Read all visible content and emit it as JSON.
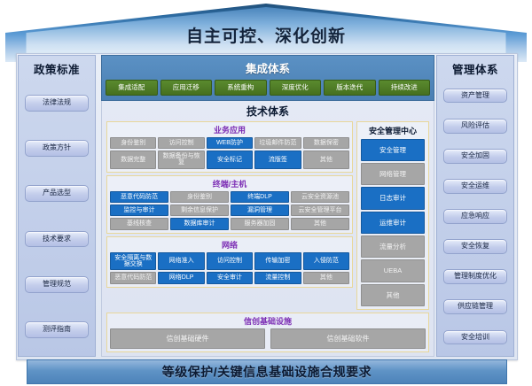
{
  "roof": {
    "title": "自主可控、深化创新"
  },
  "footer": {
    "title": "等级保护/关键信息基础设施合规要求"
  },
  "left_pillar": {
    "title": "政策标准",
    "items": [
      {
        "label": "法律法规"
      },
      {
        "label": "政策方针"
      },
      {
        "label": "产品选型"
      },
      {
        "label": "技术要求"
      },
      {
        "label": "管理规范"
      },
      {
        "label": "测评指南"
      }
    ]
  },
  "right_pillar": {
    "title": "管理体系",
    "items": [
      {
        "label": "资产管理"
      },
      {
        "label": "风险评估"
      },
      {
        "label": "安全加固"
      },
      {
        "label": "安全运维"
      },
      {
        "label": "应急响应"
      },
      {
        "label": "安全恢复"
      },
      {
        "label": "管理制度优化"
      },
      {
        "label": "供应链管理"
      },
      {
        "label": "安全培训"
      }
    ]
  },
  "integration": {
    "title": "集成体系",
    "chips": [
      {
        "label": "集成适配"
      },
      {
        "label": "应用迁移"
      },
      {
        "label": "系统重构"
      },
      {
        "label": "深度优化"
      },
      {
        "label": "版本迭代"
      },
      {
        "label": "持续改进"
      }
    ]
  },
  "tech": {
    "title": "技术体系",
    "groups": [
      {
        "title": "业务应用",
        "rows": [
          [
            {
              "label": "身份鉴别",
              "state": "gray"
            },
            {
              "label": "访问控制",
              "state": "gray"
            },
            {
              "label": "WEB防护",
              "state": "blue"
            },
            {
              "label": "垃圾邮件防范",
              "state": "gray"
            },
            {
              "label": "数据保密",
              "state": "gray"
            }
          ],
          [
            {
              "label": "数据完整",
              "state": "gray"
            },
            {
              "label": "数据备份与恢复",
              "state": "gray"
            },
            {
              "label": "安全标记",
              "state": "blue"
            },
            {
              "label": "流版签",
              "state": "blue"
            },
            {
              "label": "其他",
              "state": "gray"
            }
          ]
        ]
      },
      {
        "title": "终端/主机",
        "rows": [
          [
            {
              "label": "恶意代码防范",
              "state": "blue"
            },
            {
              "label": "身份鉴别",
              "state": "gray"
            },
            {
              "label": "终端DLP",
              "state": "blue"
            },
            {
              "label": "云安全资源池",
              "state": "gray"
            }
          ],
          [
            {
              "label": "监控与审计",
              "state": "blue"
            },
            {
              "label": "剩余信息保护",
              "state": "gray"
            },
            {
              "label": "漏洞管理",
              "state": "blue"
            },
            {
              "label": "云安全管理平台",
              "state": "gray"
            }
          ],
          [
            {
              "label": "基线核查",
              "state": "gray"
            },
            {
              "label": "数据库审计",
              "state": "blue"
            },
            {
              "label": "服务器加固",
              "state": "gray"
            },
            {
              "label": "其他",
              "state": "gray"
            }
          ]
        ]
      },
      {
        "title": "网络",
        "rows": [
          [
            {
              "label": "安全隔离与数据交换",
              "state": "blue"
            },
            {
              "label": "网络准入",
              "state": "blue"
            },
            {
              "label": "访问控制",
              "state": "blue"
            },
            {
              "label": "传输加密",
              "state": "blue"
            },
            {
              "label": "入侵防范",
              "state": "blue"
            }
          ],
          [
            {
              "label": "恶意代码防范",
              "state": "gray"
            },
            {
              "label": "网络DLP",
              "state": "blue"
            },
            {
              "label": "安全审计",
              "state": "blue"
            },
            {
              "label": "流量控制",
              "state": "blue"
            },
            {
              "label": "其他",
              "state": "gray"
            }
          ]
        ]
      }
    ],
    "security_center": {
      "title": "安全管理中心",
      "items": [
        {
          "label": "安全管理",
          "state": "blue"
        },
        {
          "label": "网络管理",
          "state": "gray"
        },
        {
          "label": "日志审计",
          "state": "blue"
        },
        {
          "label": "运维审计",
          "state": "blue"
        },
        {
          "label": "流量分析",
          "state": "gray"
        },
        {
          "label": "UEBA",
          "state": "gray"
        },
        {
          "label": "其他",
          "state": "gray"
        }
      ]
    },
    "infra": {
      "title": "信创基础设施",
      "items": [
        {
          "label": "信创基础硬件"
        },
        {
          "label": "信创基础软件"
        }
      ]
    }
  },
  "colors": {
    "blue_chip": "#1a6fc4",
    "gray_chip": "#a6a6a6",
    "green_chip": "#4a7024",
    "group_border": "#e8d79a",
    "group_title": "#7d2fb5",
    "roof_dark": "#1f4e79",
    "band_blue": "#5b91c4"
  }
}
